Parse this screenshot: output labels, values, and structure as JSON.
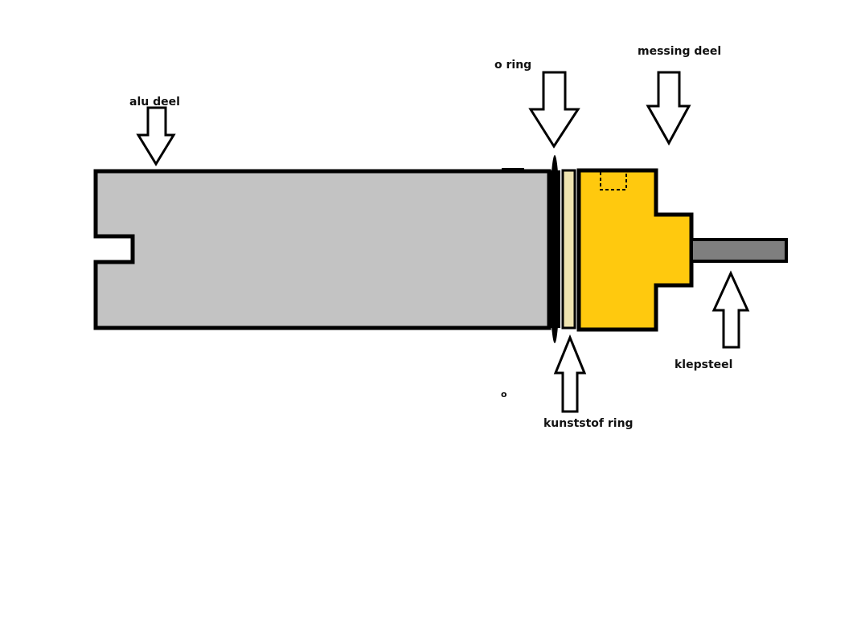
{
  "labels": {
    "alu_deel": "alu deel",
    "o_ring": "o ring",
    "messing_deel": "messing deel",
    "klepsteel": "klepsteel",
    "kunststof_ring": "kunststof ring",
    "stray_mark": "o"
  },
  "colors": {
    "alu": "#c3c3c3",
    "brass": "#ffc90e",
    "plastic_ring": "#efe4b0",
    "o_ring": "#000000",
    "valve_stem": "#7f7f7f",
    "outline": "#000000",
    "arrow_fill": "#ffffff"
  }
}
